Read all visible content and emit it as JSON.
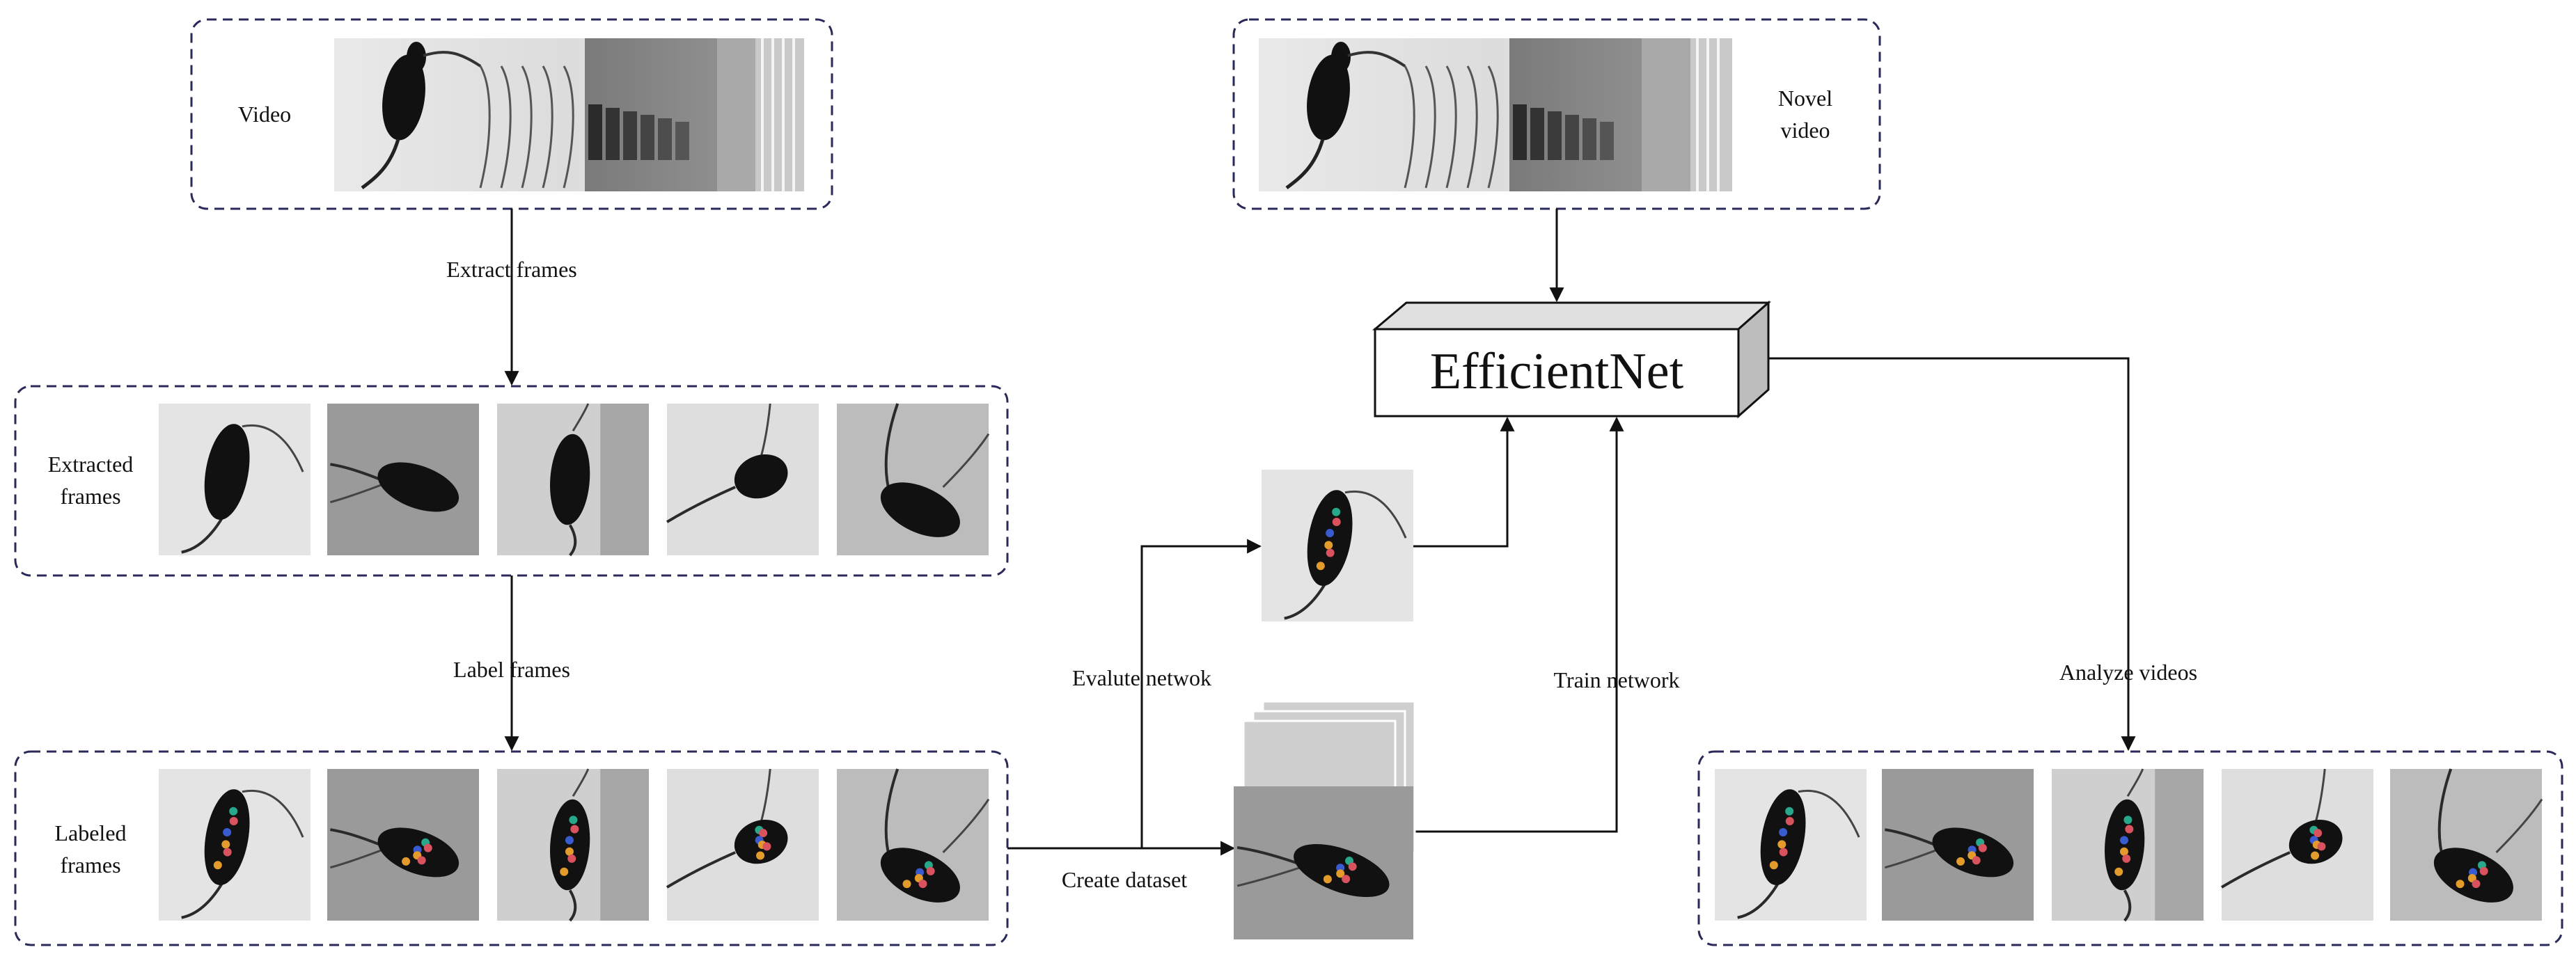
{
  "labels": {
    "video": "Video",
    "novel_video_line1": "Novel",
    "novel_video_line2": "video",
    "extract_frames": "Extract frames",
    "extracted_frames_line1": "Extracted",
    "extracted_frames_line2": "frames",
    "label_frames": "Label frames",
    "labeled_frames_line1": "Labeled",
    "labeled_frames_line2": "frames",
    "create_dataset": "Create dataset",
    "evaluate_network": "Evalute netwok",
    "train_network": "Train network",
    "analyze_videos": "Analyze videos",
    "model_name": "EfficientNet"
  },
  "colors": {
    "dashed_border": "#2a2a5a",
    "arrow": "#111111",
    "box_side": "#bdbdbd",
    "box_top": "#e0e0e0",
    "photo_bg": "#d8d8d8",
    "mouse": "#111111",
    "keypoint_teal": "#27a88a",
    "keypoint_red": "#d9535f",
    "keypoint_blue": "#3a5bd0",
    "keypoint_orange": "#e39b2c"
  }
}
